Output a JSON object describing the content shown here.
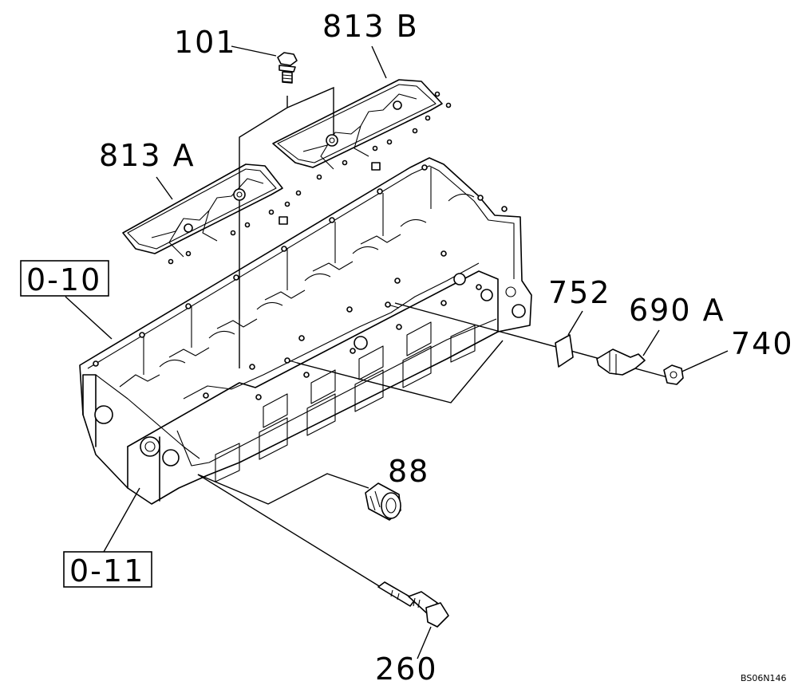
{
  "labels": {
    "bolt": "101",
    "harness_b": "813 B",
    "harness_a": "813 A",
    "ref_cylinder_head": "0-10",
    "gasket": "752",
    "sensor": "690 A",
    "nut": "740",
    "plug": "88",
    "ref_lower": "0-11",
    "glow_plug": "260"
  },
  "figure_code": "BS06N146"
}
